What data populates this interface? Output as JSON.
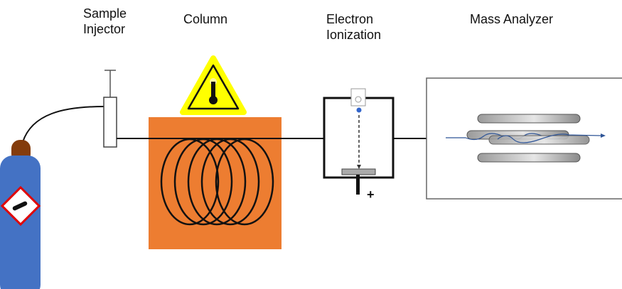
{
  "labels": {
    "injector_line1": "Sample",
    "injector_line2": "Injector",
    "column": "Column",
    "ei_line1": "Electron",
    "ei_line2": "Ionization",
    "mass_analyzer": "Mass Analyzer",
    "plus": "+"
  },
  "colors": {
    "cylinder": "#4472C4",
    "cylinder_cap": "#843C0C",
    "oven": "#ED7D31",
    "warning": "#FFFF00",
    "hazard": "#E00000",
    "ion_path": "#2F5597"
  }
}
